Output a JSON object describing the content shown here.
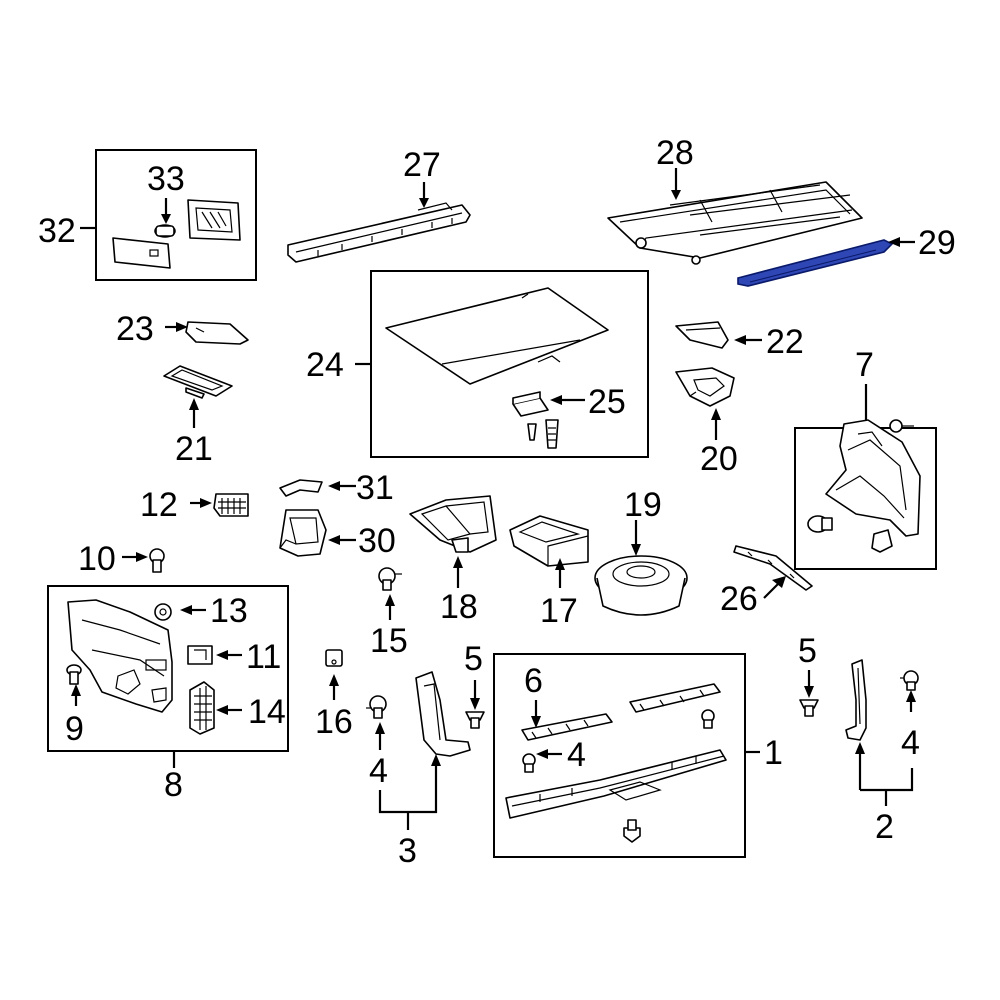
{
  "diagram": {
    "highlight_color": "#2f46b5",
    "labels": {
      "p1": "1",
      "p2": "2",
      "p3": "3",
      "p4a": "4",
      "p4b": "4",
      "p4c": "4",
      "p5a": "5",
      "p5b": "5",
      "p6": "6",
      "p7": "7",
      "p8": "8",
      "p9": "9",
      "p10": "10",
      "p11": "11",
      "p12": "12",
      "p13": "13",
      "p14": "14",
      "p15": "15",
      "p16": "16",
      "p17": "17",
      "p18": "18",
      "p19": "19",
      "p20": "20",
      "p21": "21",
      "p22": "22",
      "p23": "23",
      "p24": "24",
      "p25": "25",
      "p26": "26",
      "p27": "27",
      "p28": "28",
      "p29": "29",
      "p30": "30",
      "p31": "31",
      "p32": "32",
      "p33": "33"
    }
  }
}
